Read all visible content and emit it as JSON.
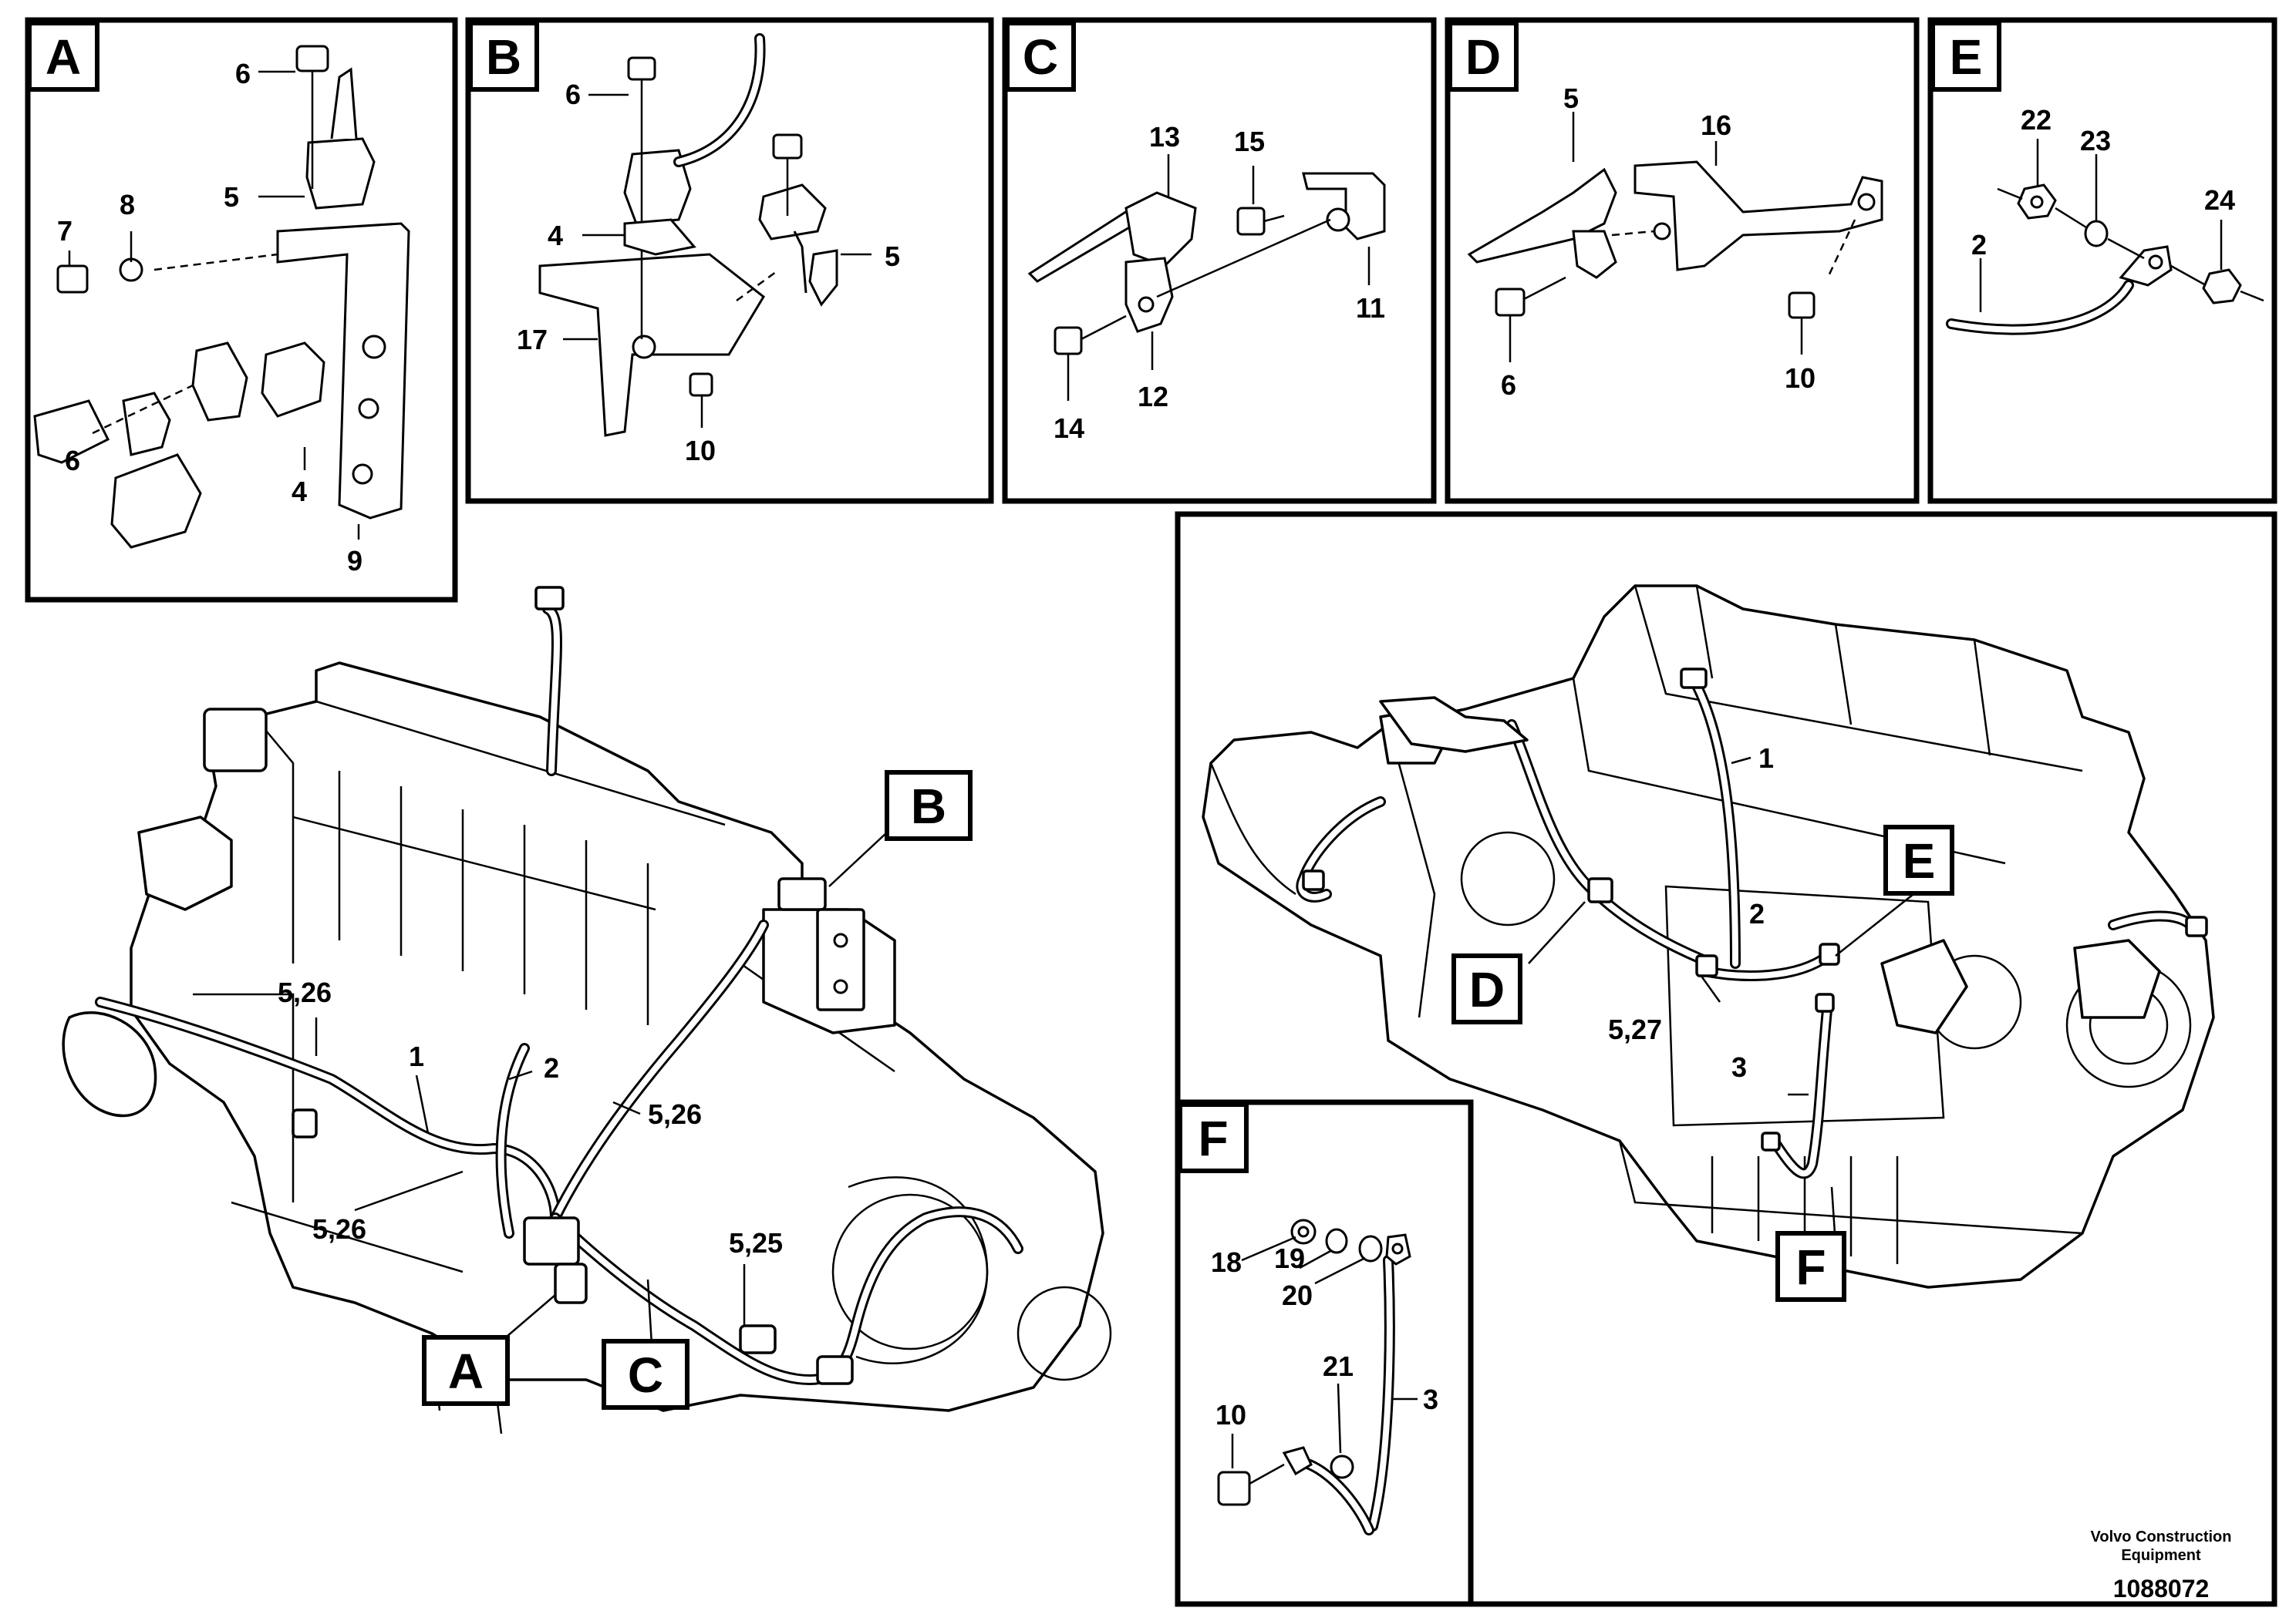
{
  "panels": [
    {
      "id": "A",
      "labels": [
        "6",
        "5",
        "8",
        "7",
        "6",
        "4",
        "9"
      ]
    },
    {
      "id": "B",
      "labels": [
        "6",
        "4",
        "5",
        "17",
        "10"
      ]
    },
    {
      "id": "C",
      "labels": [
        "13",
        "15",
        "11",
        "12",
        "14"
      ]
    },
    {
      "id": "D",
      "labels": [
        "5",
        "16",
        "6",
        "10"
      ]
    },
    {
      "id": "E",
      "labels": [
        "22",
        "23",
        "24",
        "2"
      ]
    },
    {
      "id": "F",
      "labels": [
        "18",
        "19",
        "20",
        "21",
        "3",
        "10"
      ]
    }
  ],
  "main_left": {
    "tags": [
      "B",
      "A",
      "C"
    ],
    "labels": [
      "5,26",
      "1",
      "2",
      "5,26",
      "5,26",
      "5,25"
    ]
  },
  "main_right": {
    "tags": [
      "E",
      "D",
      "F"
    ],
    "labels": [
      "1",
      "2",
      "5,27",
      "3"
    ]
  },
  "footer": {
    "maker_line1": "Volvo Construction",
    "maker_line2": "Equipment",
    "doc_number": "1088072"
  }
}
